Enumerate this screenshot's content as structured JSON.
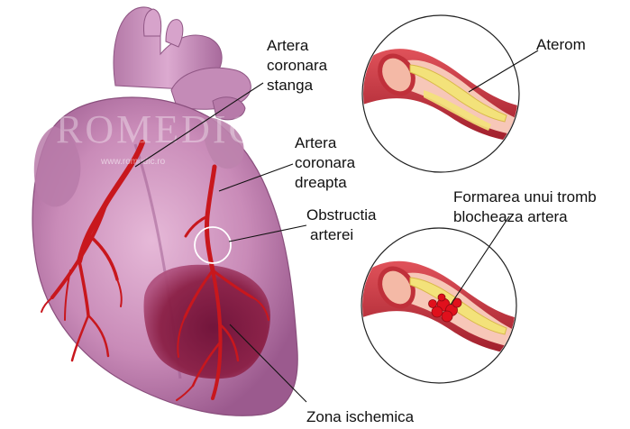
{
  "labels": {
    "artera_coronara_stanga": [
      "Artera",
      "coronara",
      "stanga"
    ],
    "artera_coronara_dreapta": [
      "Artera",
      "coronara",
      "dreapta"
    ],
    "obstructia_arterei": [
      "Obstructia",
      "arterei"
    ],
    "aterom": "Aterom",
    "formarea_tromb": [
      "Formarea unui tromb",
      "blocheaza artera"
    ],
    "zona_ischemica": "Zona ischemica"
  },
  "watermark": {
    "brand": "ROMEDIC",
    "url": "www.romedic.ro"
  },
  "colors": {
    "heart": "#c98bb8",
    "heart_dark": "#a9639a",
    "artery": "#c8171d",
    "ischemic_zone": "#8a1f45",
    "vessel_wall": "#c0303a",
    "plaque": "#f3e27a",
    "lumen": "#f7c7b8",
    "leader": "#111111"
  }
}
